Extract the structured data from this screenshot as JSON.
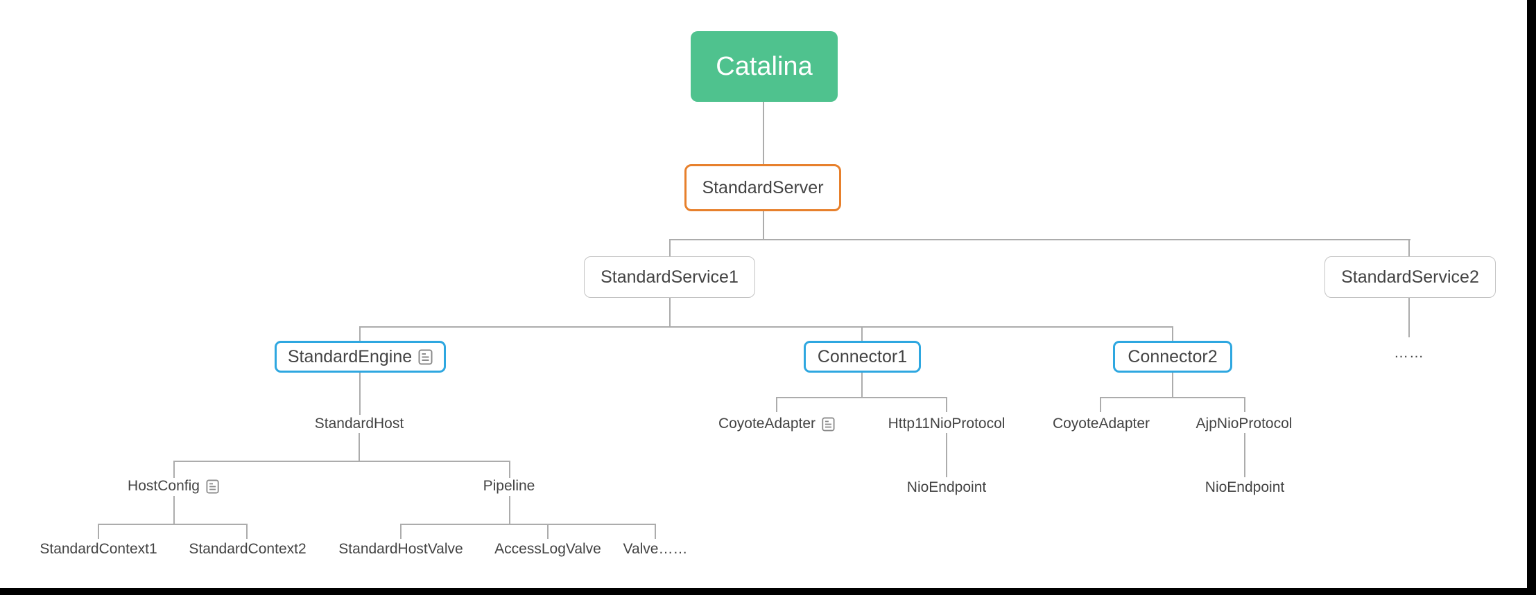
{
  "app": {
    "background": "#ffffff"
  },
  "colors": {
    "root_fill": "#4FC28E",
    "root_text": "#FFFFFF",
    "orange_border": "#E7802C",
    "blue_border": "#2EA7E0",
    "plain_border": "#C3C3C3",
    "line": "#ACACAC",
    "text": "#434343",
    "icon": "#8A8A8A",
    "edge_bar": "#000000"
  },
  "nodes": {
    "catalina": {
      "label": "Catalina"
    },
    "standard_server": {
      "label": "StandardServer"
    },
    "standard_service1": {
      "label": "StandardService1"
    },
    "standard_service2": {
      "label": "StandardService2"
    },
    "service2_more": {
      "label": "……"
    },
    "standard_engine": {
      "label": "StandardEngine",
      "icon": "note"
    },
    "connector1": {
      "label": "Connector1"
    },
    "connector2": {
      "label": "Connector2"
    },
    "standard_host": {
      "label": "StandardHost"
    },
    "host_config": {
      "label": "HostConfig",
      "icon": "note"
    },
    "pipeline": {
      "label": "Pipeline"
    },
    "standard_context1": {
      "label": "StandardContext1"
    },
    "standard_context2": {
      "label": "StandardContext2"
    },
    "standard_host_valve": {
      "label": "StandardHostValve"
    },
    "access_log_valve": {
      "label": "AccessLogValve"
    },
    "valve_more": {
      "label": "Valve……"
    },
    "coyote_adapter1": {
      "label": "CoyoteAdapter",
      "icon": "note"
    },
    "http11_nio_protocol": {
      "label": "Http11NioProtocol"
    },
    "nio_endpoint1": {
      "label": "NioEndpoint"
    },
    "coyote_adapter2": {
      "label": "CoyoteAdapter"
    },
    "ajp_nio_protocol": {
      "label": "AjpNioProtocol"
    },
    "nio_endpoint2": {
      "label": "NioEndpoint"
    }
  }
}
